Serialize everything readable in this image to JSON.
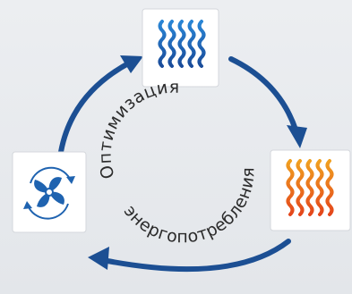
{
  "diagram": {
    "center_text_top": "Оптимизация",
    "center_text_bottom": "энергопотребления",
    "nodes": [
      {
        "id": "cold",
        "icon": "cold-waves-icon",
        "color": "#1f63b0"
      },
      {
        "id": "heat",
        "icon": "heat-waves-icon",
        "color": "#e8541e"
      },
      {
        "id": "fan",
        "icon": "fan-icon",
        "color": "#1f63b0"
      }
    ],
    "arrow_color": "#1c4f93"
  }
}
